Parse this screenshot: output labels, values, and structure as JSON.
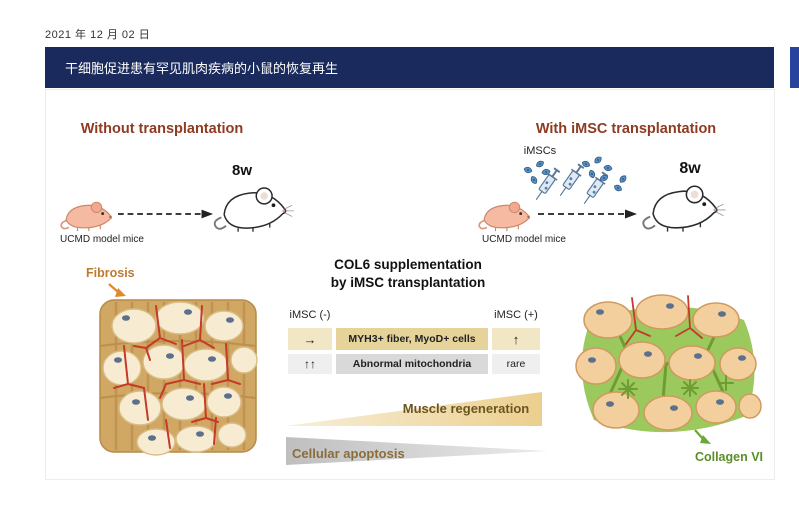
{
  "page": {
    "date": "2021 年 12 月 02 日",
    "banner": {
      "title": "干细胞促进患有罕见肌肉疾病的小鼠的恢复再生"
    }
  },
  "figure": {
    "left": {
      "heading": "Without transplantation",
      "timepoint": "8w",
      "mice_label": "UCMD model mice",
      "fibrosis_label": "Fibrosis"
    },
    "right": {
      "heading": "With iMSC transplantation",
      "imscs_label": "iMSCs",
      "timepoint": "8w",
      "mice_label": "UCMD model mice",
      "collagen_label": "Collagen VI"
    },
    "center": {
      "title_line1": "COL6 supplementation",
      "title_line2": "by iMSC transplantation",
      "table": {
        "header_left": "iMSC (-)",
        "header_right": "iMSC (+)",
        "rows": [
          {
            "left": "→",
            "label": "MYH3+ fiber, MyoD+ cells",
            "right": "↑"
          },
          {
            "left": "↑↑",
            "label": "Abnormal mitochondria",
            "right": "rare"
          }
        ]
      },
      "regeneration_label": "Muscle regeneration",
      "apoptosis_label": "Cellular apoptosis"
    },
    "colors": {
      "banner_bg": "#1b2a5c",
      "heading_text": "#8e3b22",
      "fibrosis_text": "#c07a2e",
      "collagen_text": "#5a8f29",
      "regeneration_wedge": "#eccf8e",
      "apoptosis_wedge": "#c9c9c9",
      "table_row1_bg": "#e5d39a",
      "table_row2_bg": "#d9d9d9"
    }
  }
}
